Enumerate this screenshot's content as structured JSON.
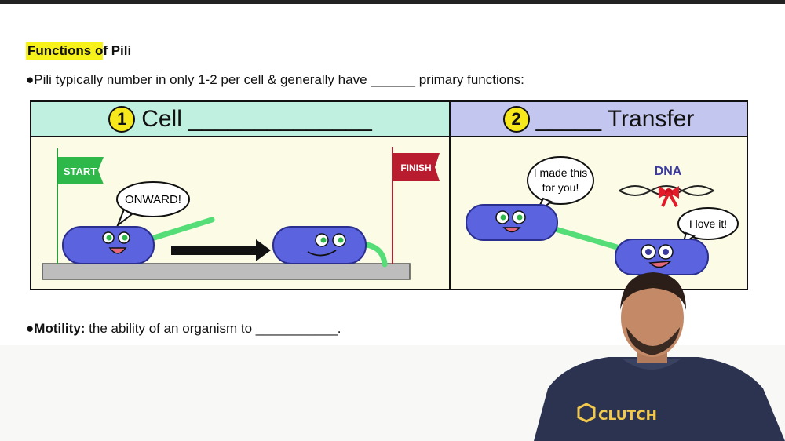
{
  "heading": {
    "highlight": "Functions o",
    "rest": "f Pili"
  },
  "bullet1": {
    "marker": "●",
    "text": "Pili typically number in only 1-2 per cell & generally have ______ primary functions:"
  },
  "panel1": {
    "number": "1",
    "title": "Cell ______________",
    "flag_start": "START",
    "flag_finish": "FINISH",
    "speech": "ONWARD!"
  },
  "panel2": {
    "number": "2",
    "title": "_____ Transfer",
    "speech_left_line1": "I made this",
    "speech_left_line2": "for you!",
    "dna_label": "DNA",
    "speech_right": "I love it!"
  },
  "bullet2": {
    "marker": "●",
    "term": "Motility:",
    "text": " the ability of an organism to ___________."
  },
  "shirt_logo": "CLUTCH",
  "colors": {
    "highlight": "#f6f21a",
    "cell_blue": "#5b63df",
    "pilus_green": "#55dd77",
    "start_flag": "#2eb84a",
    "finish_flag": "#b81c2e"
  }
}
